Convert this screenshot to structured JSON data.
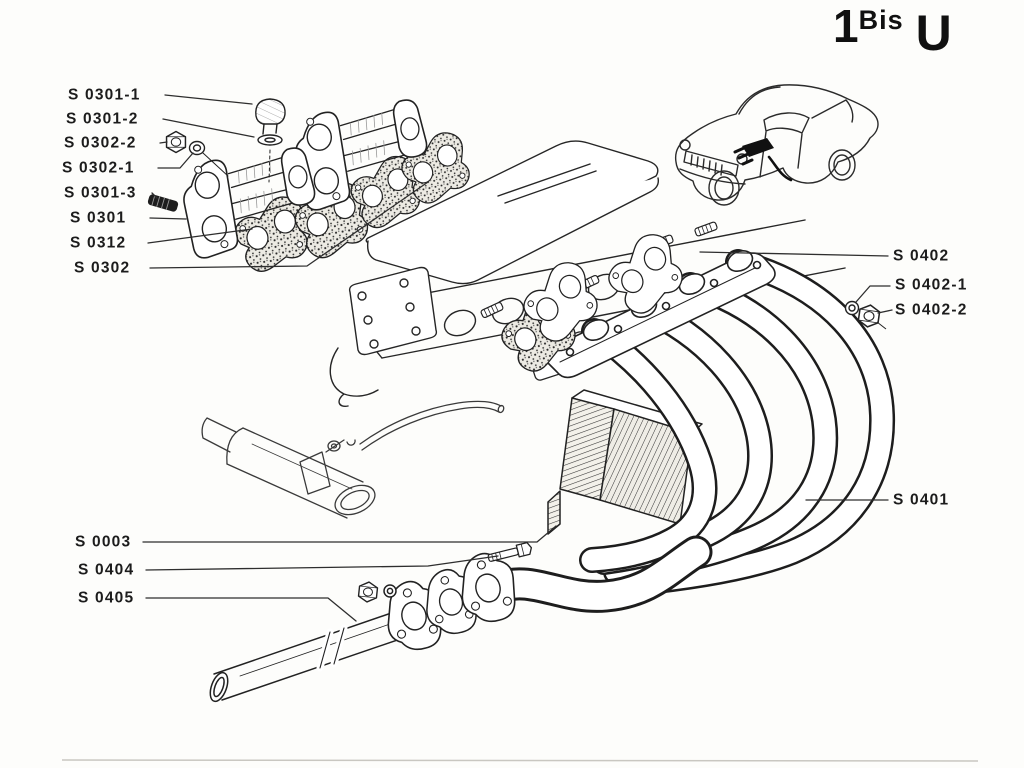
{
  "colors": {
    "ink": "#1f1f1f",
    "paper": "#fdfdfb"
  },
  "plate_code": {
    "number": "1",
    "suffix": "Bis",
    "letter": "U"
  },
  "callouts": [
    {
      "id": "s-0301-1",
      "text": "S 0301-1"
    },
    {
      "id": "s-0301-2",
      "text": "S 0301-2"
    },
    {
      "id": "s-0302-2",
      "text": "S 0302-2"
    },
    {
      "id": "s-0302-1",
      "text": "S 0302-1"
    },
    {
      "id": "s-0301-3",
      "text": "S 0301-3"
    },
    {
      "id": "s-0301",
      "text": "S 0301"
    },
    {
      "id": "s-0312",
      "text": "S 0312"
    },
    {
      "id": "s-0302",
      "text": "S 0302"
    },
    {
      "id": "s-0003",
      "text": "S 0003"
    },
    {
      "id": "s-0404",
      "text": "S 0404"
    },
    {
      "id": "s-0405",
      "text": "S 0405"
    },
    {
      "id": "s-0402",
      "text": "S 0402"
    },
    {
      "id": "s-0402-1",
      "text": "S 0402-1"
    },
    {
      "id": "s-0402-2",
      "text": "S 0402-2"
    },
    {
      "id": "s-0401",
      "text": "S 0401"
    }
  ]
}
